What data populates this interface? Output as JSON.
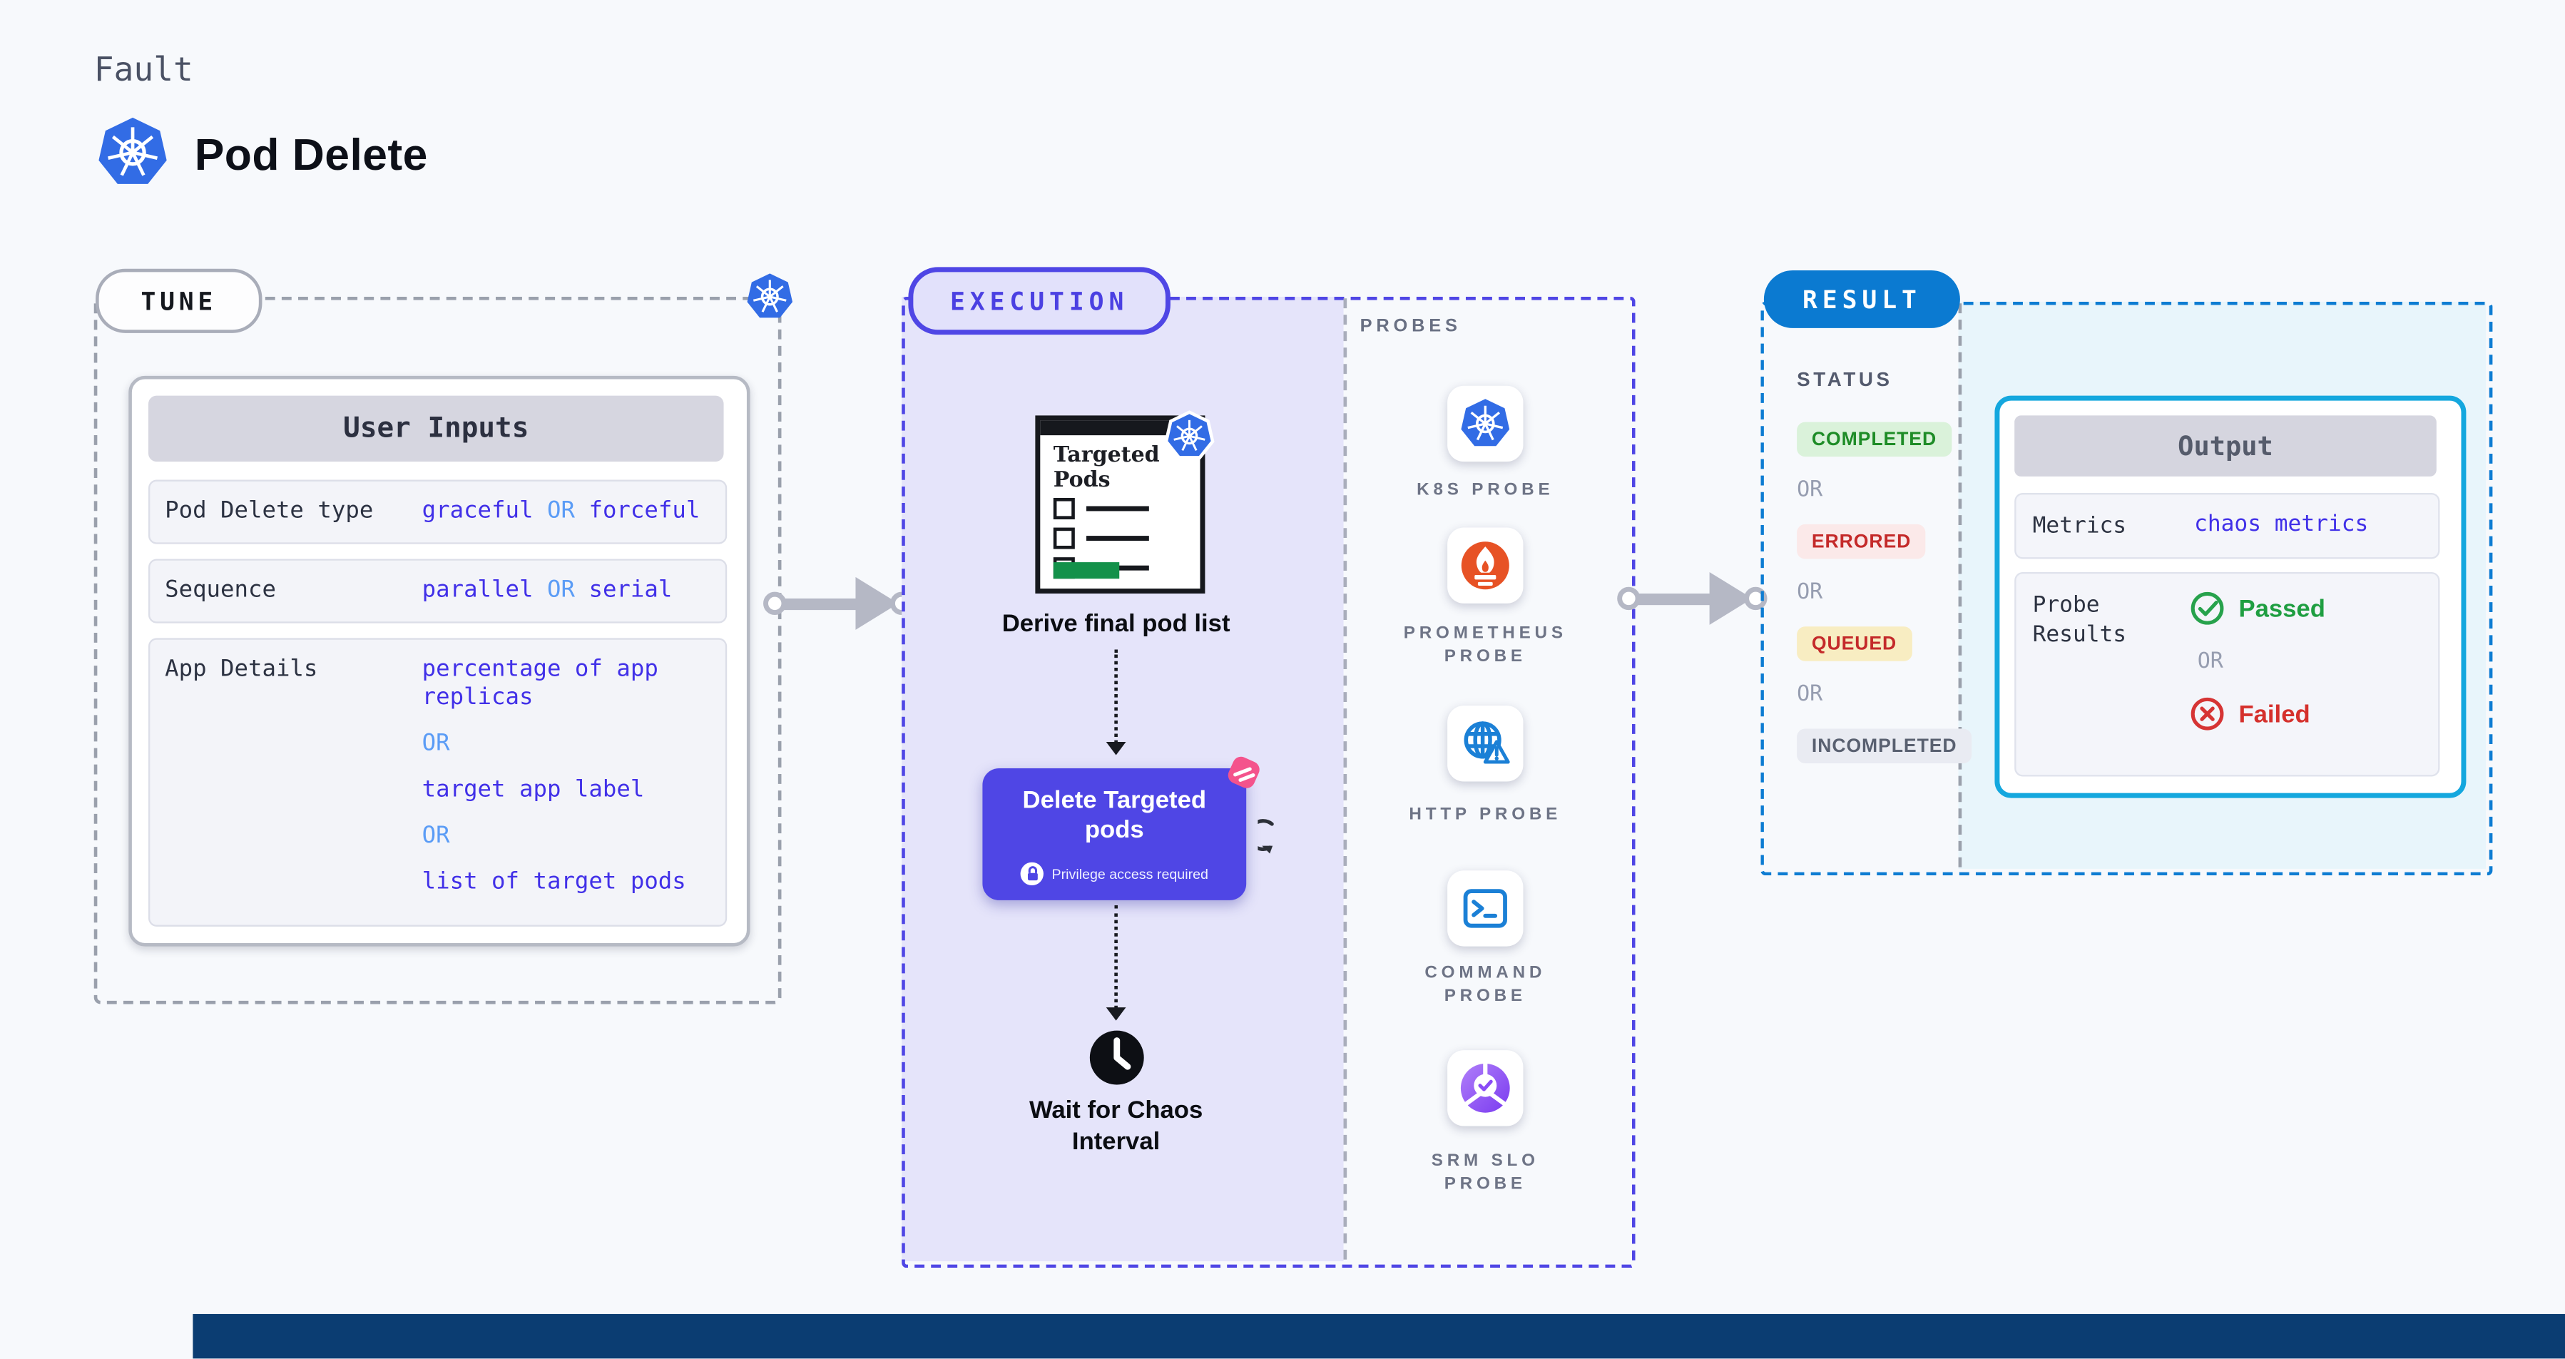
{
  "header": {
    "kicker": "Fault",
    "title": "Pod Delete"
  },
  "tune": {
    "tab": "TUNE",
    "card_title": "User Inputs",
    "rows": [
      {
        "label": "Pod Delete type",
        "v1": "graceful",
        "or": "OR",
        "v2": "forceful"
      },
      {
        "label": "Sequence",
        "v1": "parallel",
        "or": "OR",
        "v2": "serial"
      }
    ],
    "app_details": {
      "label": "App Details",
      "lines": [
        "percentage of app replicas",
        "OR",
        "target app label",
        "OR",
        "list of target pods"
      ]
    }
  },
  "execution": {
    "tab": "EXECUTION",
    "targeted_card_title": "Targeted\nPods",
    "derive_label": "Derive final pod list",
    "delete_button": {
      "label": "Delete Targeted\npods",
      "note": "Privilege access required"
    },
    "wait_label": "Wait for Chaos\nInterval",
    "probes_heading": "PROBES",
    "probes": [
      {
        "icon": "kubernetes-icon",
        "label": "K8S PROBE"
      },
      {
        "icon": "prometheus-icon",
        "label": "PROMETHEUS\nPROBE"
      },
      {
        "icon": "http-icon",
        "label": "HTTP PROBE"
      },
      {
        "icon": "command-icon",
        "label": "COMMAND\nPROBE"
      },
      {
        "icon": "srm-slo-icon",
        "label": "SRM SLO\nPROBE"
      }
    ]
  },
  "result": {
    "tab": "RESULT",
    "status_heading": "STATUS",
    "statuses": [
      {
        "label": "COMPLETED",
        "type": "completed"
      },
      {
        "label": "OR",
        "type": "or"
      },
      {
        "label": "ERRORED",
        "type": "errored"
      },
      {
        "label": "OR",
        "type": "or"
      },
      {
        "label": "QUEUED",
        "type": "queued"
      },
      {
        "label": "OR",
        "type": "or"
      },
      {
        "label": "INCOMPLETED",
        "type": "incompleted"
      }
    ],
    "output": {
      "title": "Output",
      "metrics_label": "Metrics",
      "metrics_value": "chaos metrics",
      "probe_results_label": "Probe\nResults",
      "passed": "Passed",
      "or": "OR",
      "failed": "Failed"
    }
  },
  "colors": {
    "accent_indigo": "#4f46e5",
    "accent_blue": "#0b7ad1",
    "accent_cyan": "#14a7de",
    "value_blue": "#4130e8",
    "or_blue": "#5b9cf6",
    "k8s_blue": "#326ce5",
    "prometheus_orange": "#e75225",
    "success_green": "#1f9e41",
    "fail_red": "#d5302c",
    "pink": "#f4538c",
    "bottom_bar": "#0b3d72"
  }
}
